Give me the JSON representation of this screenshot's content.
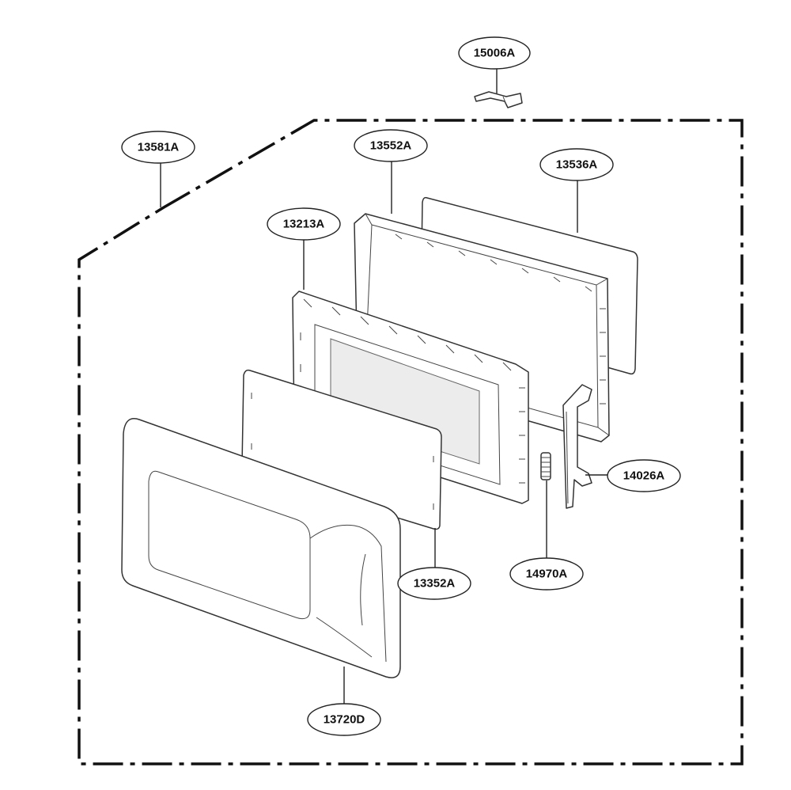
{
  "callouts": {
    "c15006A": "15006A",
    "c13581A": "13581A",
    "c13552A": "13552A",
    "c13536A": "13536A",
    "c13213A": "13213A",
    "c14026A": "14026A",
    "c13352A": "13352A",
    "c14970A": "14970A",
    "c13720D": "13720D"
  },
  "colors": {
    "line": "#222222",
    "background": "#ffffff",
    "glass": "#ececec"
  }
}
